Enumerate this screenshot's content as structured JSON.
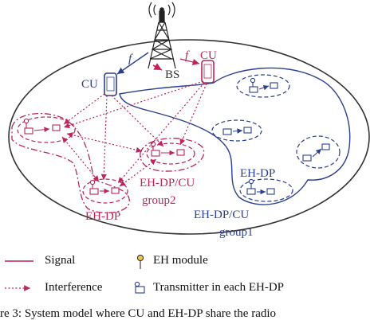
{
  "diagram": {
    "labels": {
      "bs": "BS",
      "cu_left": "CU",
      "cu_right": "CU",
      "f_left": "f",
      "f_right": "f",
      "eh_dp_blue": "EH-DP",
      "eh_dp_red": "EH-DP",
      "group2_line1": "EH-DP/CU",
      "group2_line2": "group2",
      "group1_line1": "EH-DP/CU",
      "group1_line2": "group1"
    },
    "legend": {
      "signal": "Signal",
      "interference": "Interference",
      "eh_module": "EH module",
      "transmitter": "Transmitter in each EH-DP"
    },
    "caption": "re 3: System model where CU and EH-DP share the radio"
  },
  "colors": {
    "blue": "#2b3f8f",
    "red": "#c0245a",
    "dark": "#333333"
  }
}
